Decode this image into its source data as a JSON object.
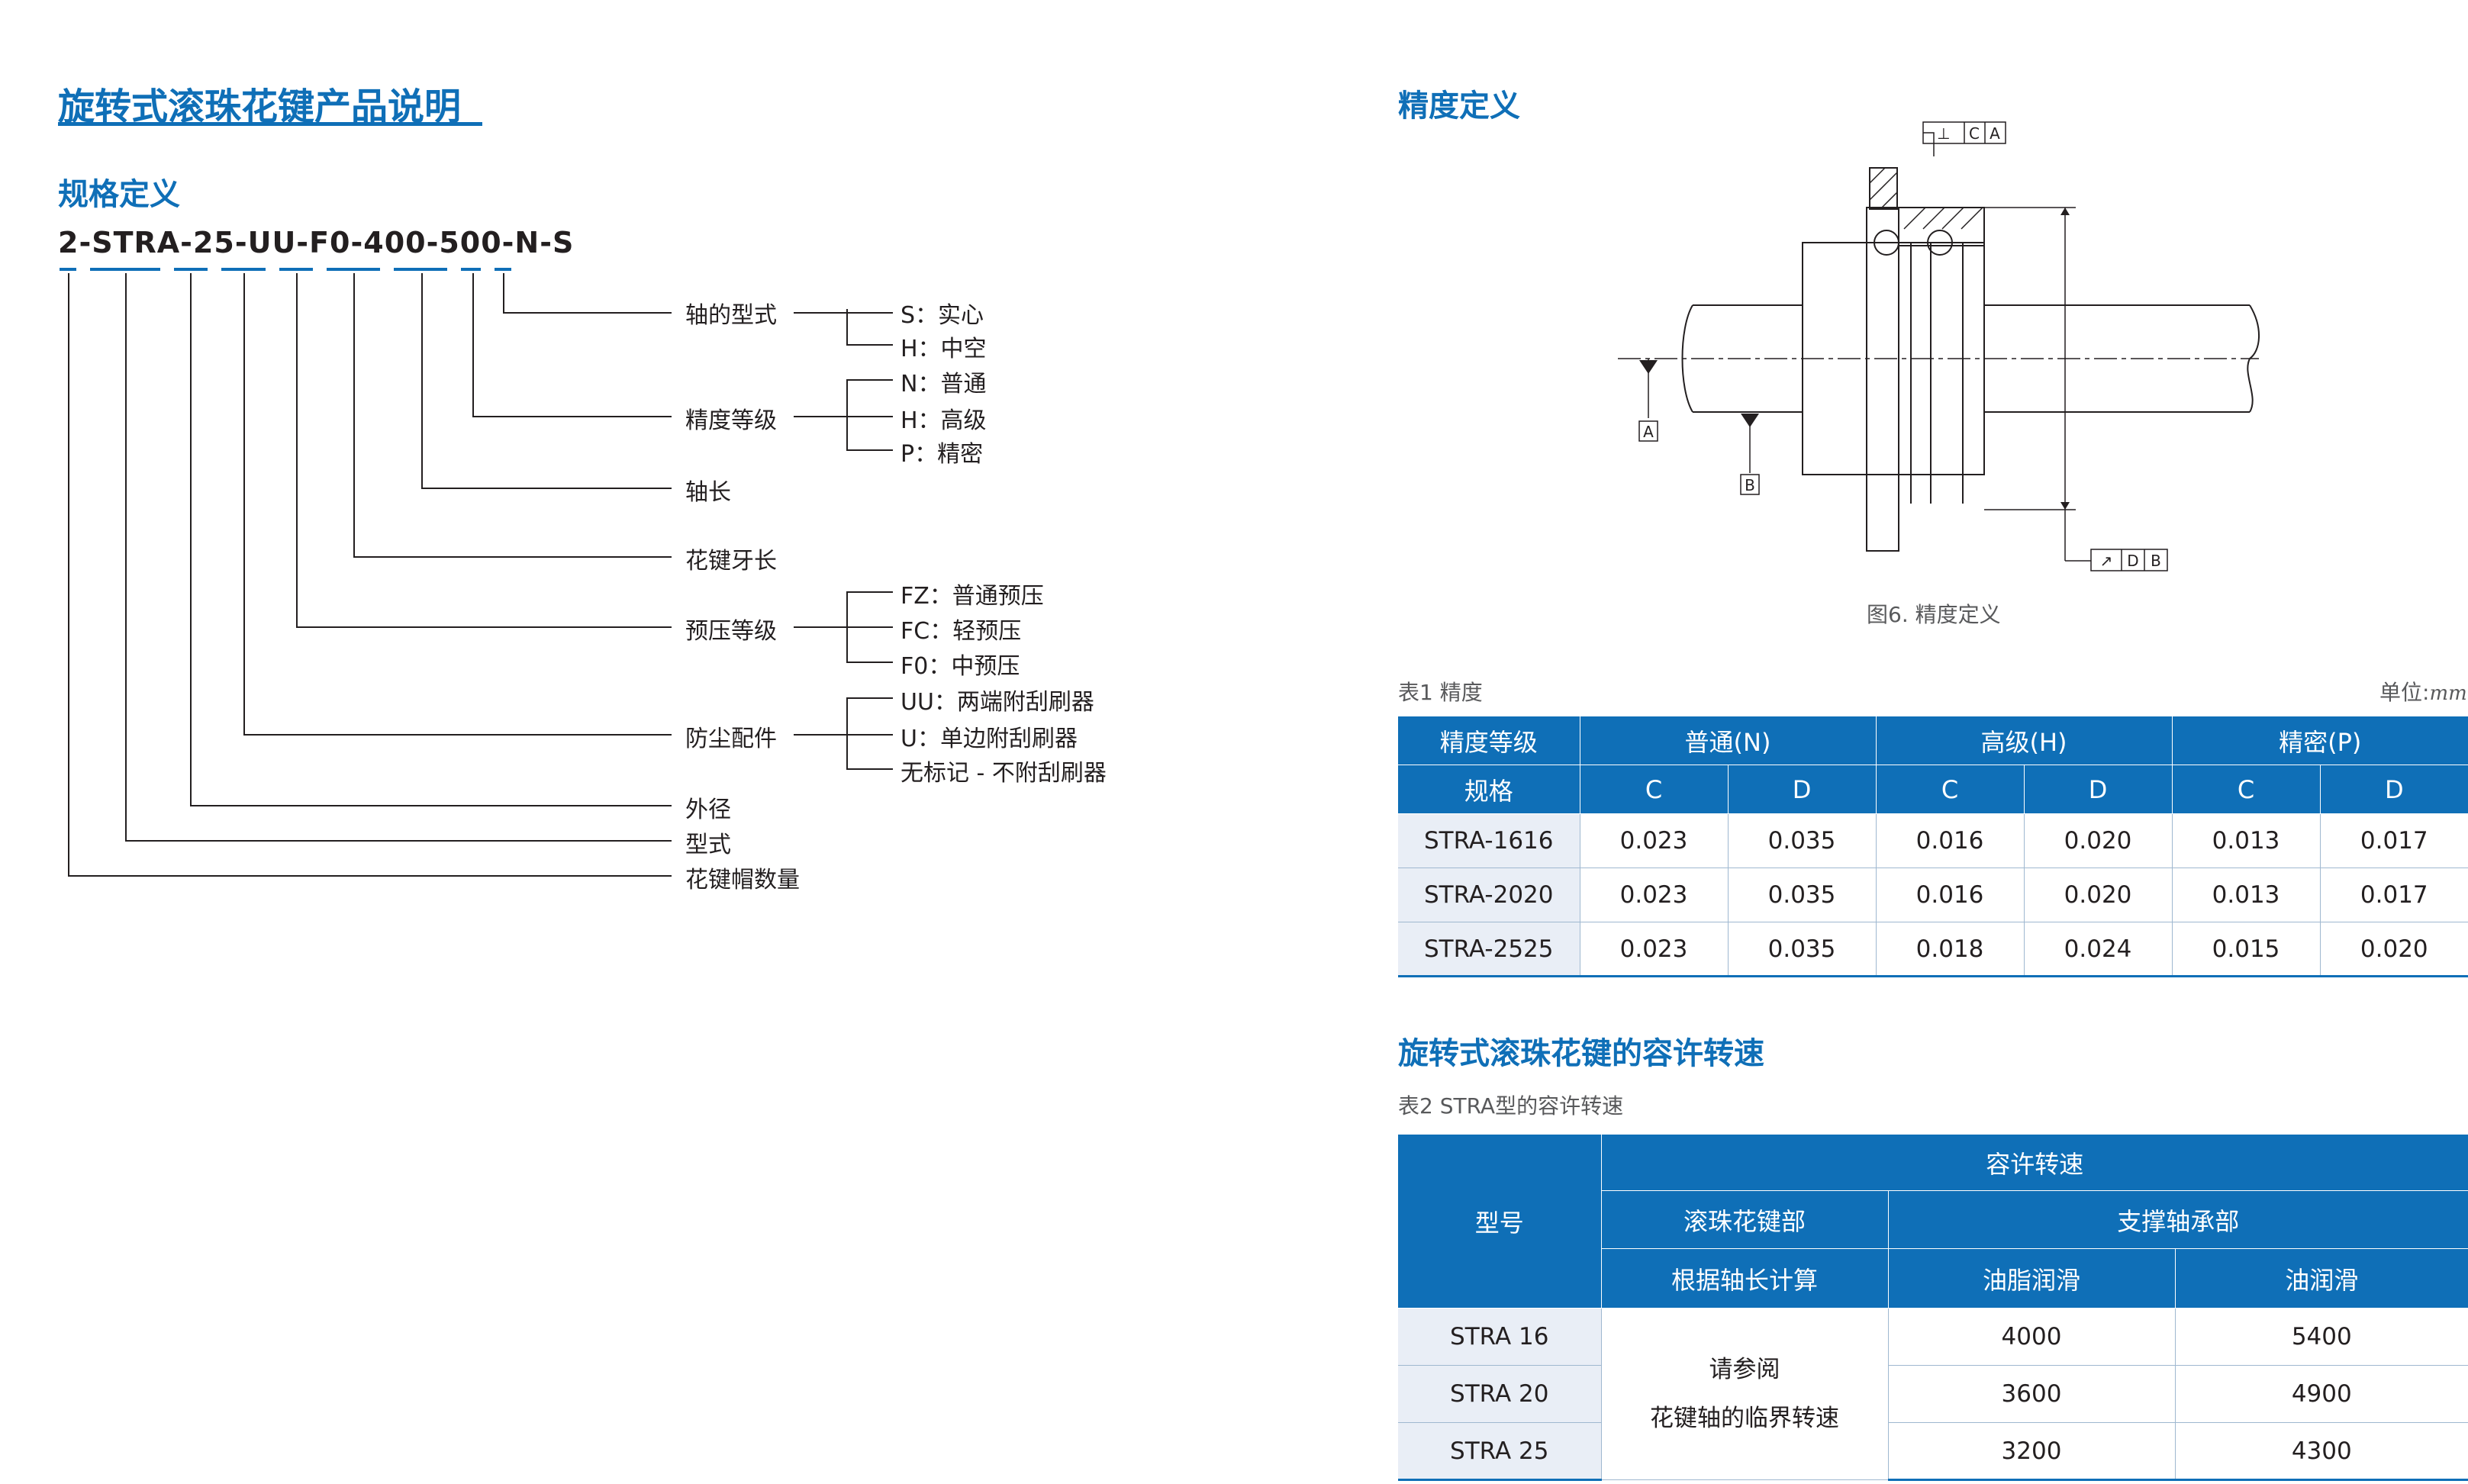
{
  "title": "旋转式滚珠花键产品说明",
  "spec_section": {
    "title": "规格定义",
    "code": "2-STRA-25-UU-F0-400-500-N-S",
    "fields": {
      "shaft_type": "轴的型式",
      "accuracy_grade": "精度等级",
      "shaft_length": "轴长",
      "spline_length": "花键牙长",
      "preload_grade": "预压等级",
      "dust_fitting": "防尘配件",
      "outer_diameter": "外径",
      "model_type": "型式",
      "nut_count": "花键帽数量"
    },
    "options": {
      "shaft_type": [
        "S：实心",
        "H：中空"
      ],
      "accuracy_grade": [
        "N：普通",
        "H：高级",
        "P：精密"
      ],
      "preload_grade": [
        "FZ：普通预压",
        "FC：轻预压",
        "F0：中预压"
      ],
      "dust_fitting": [
        "UU：两端附刮刷器",
        "U：单边附刮刷器",
        "无标记 - 不附刮刷器"
      ]
    }
  },
  "accuracy_section": {
    "title": "精度定义",
    "figure_caption": "图6. 精度定义",
    "diagram_labels": {
      "datum_a": "A",
      "datum_b": "B",
      "perp_symbol": "⊥",
      "perp_c": "C",
      "perp_a": "A",
      "runout_symbol": "↗",
      "runout_d": "D",
      "runout_b": "B"
    },
    "table_caption": "表1 精度",
    "unit_label": "单位:",
    "unit": "mm",
    "table": {
      "header_grade": "精度等级",
      "header_spec": "规格",
      "groups": [
        "普通(N)",
        "高级(H)",
        "精密(P)"
      ],
      "cols": [
        "C",
        "D",
        "C",
        "D",
        "C",
        "D"
      ],
      "rows": [
        {
          "spec": "STRA-1616",
          "values": [
            "0.023",
            "0.035",
            "0.016",
            "0.020",
            "0.013",
            "0.017"
          ]
        },
        {
          "spec": "STRA-2020",
          "values": [
            "0.023",
            "0.035",
            "0.016",
            "0.020",
            "0.013",
            "0.017"
          ]
        },
        {
          "spec": "STRA-2525",
          "values": [
            "0.023",
            "0.035",
            "0.018",
            "0.024",
            "0.015",
            "0.020"
          ]
        }
      ]
    }
  },
  "speed_section": {
    "title": "旋转式滚珠花键的容许转速",
    "table_caption": "表2 STRA型的容许转速",
    "table": {
      "header_model": "型号",
      "header_allow": "容许转速",
      "header_spline": "滚珠花键部",
      "header_support": "支撑轴承部",
      "header_calc": "根据轴长计算",
      "header_grease": "油脂润滑",
      "header_oil": "油润滑",
      "note_line1": "请参阅",
      "note_line2": "花键轴的临界转速",
      "rows": [
        {
          "model": "STRA 16",
          "grease": "4000",
          "oil": "5400"
        },
        {
          "model": "STRA 20",
          "grease": "3600",
          "oil": "4900"
        },
        {
          "model": "STRA 25",
          "grease": "3200",
          "oil": "4300"
        }
      ]
    }
  },
  "colors": {
    "accent": "#0f6fb7",
    "row_tint": "#e9eef6",
    "border": "#9fb8d0"
  }
}
